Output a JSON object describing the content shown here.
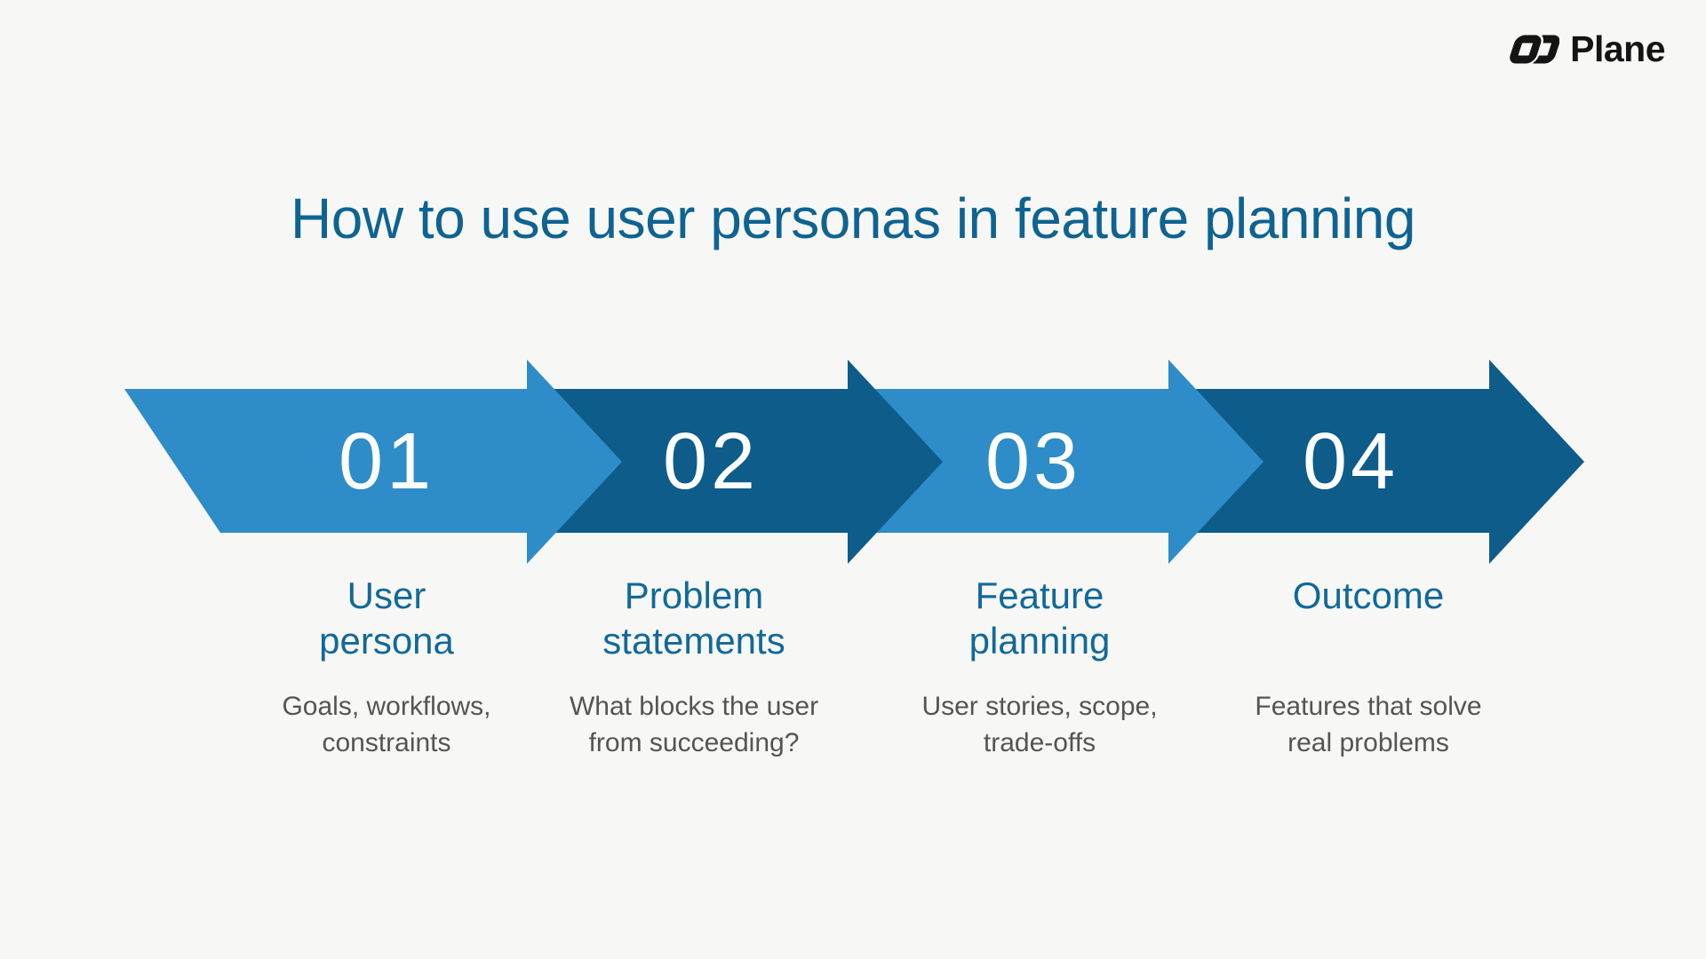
{
  "brand": {
    "name": "Plane"
  },
  "title": "How to use user personas in feature planning",
  "steps": [
    {
      "number": "01",
      "tone": "light",
      "title": "User persona",
      "description": "Goals, workflows, constraints"
    },
    {
      "number": "02",
      "tone": "dark",
      "title": "Problem statements",
      "description": "What blocks the user from succeeding?"
    },
    {
      "number": "03",
      "tone": "light",
      "title": "Feature planning",
      "description": "User stories, scope, trade-offs"
    },
    {
      "number": "04",
      "tone": "dark",
      "title": "Outcome",
      "description": "Features that solve real problems"
    }
  ],
  "colors": {
    "background": "#f7f7f5",
    "title_text": "#0e6392",
    "heading_text": "#11699a",
    "body_text": "#545454",
    "arrow_light": "#2e8cc8",
    "arrow_dark": "#0d5c8a",
    "number_text": "#ffffff",
    "logo_text": "#141414"
  }
}
